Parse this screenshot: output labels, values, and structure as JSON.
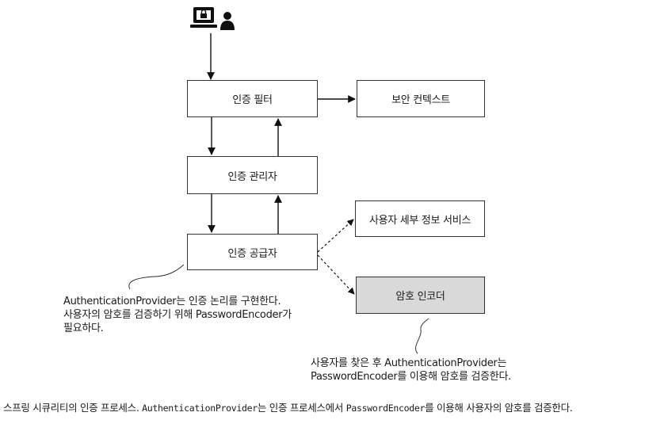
{
  "boxes": {
    "auth_filter": "인증 필터",
    "security_context": "보안 컨텍스트",
    "auth_manager": "인증 관리자",
    "auth_provider": "인증 공급자",
    "user_details_service": "사용자 세부 정보 서비스",
    "password_encoder": "암호 인코더"
  },
  "notes": {
    "provider_note": [
      "AuthenticationProvider는 인증 논리를 구현한다.",
      "사용자의 암호를 검증하기 위해 PasswordEncoder가",
      "필요하다."
    ],
    "encoder_note": [
      "사용자를 찾은 후 AuthenticationProvider는",
      "PasswordEncoder를 이용해 암호를 검증한다."
    ]
  },
  "caption": {
    "part1": "스프링 시큐리티의 인증 프로세스. ",
    "code1": "AuthenticationProvider",
    "part2": "는 인증 프로세스에서 ",
    "code2": "PasswordEncoder",
    "part3": "를 이용해 사용자의 암호를 검증한다."
  },
  "icons": {
    "top": "laptop-lock-user-icon"
  },
  "colors": {
    "shaded_box": "#d9d9d9",
    "stroke": "#333333"
  }
}
